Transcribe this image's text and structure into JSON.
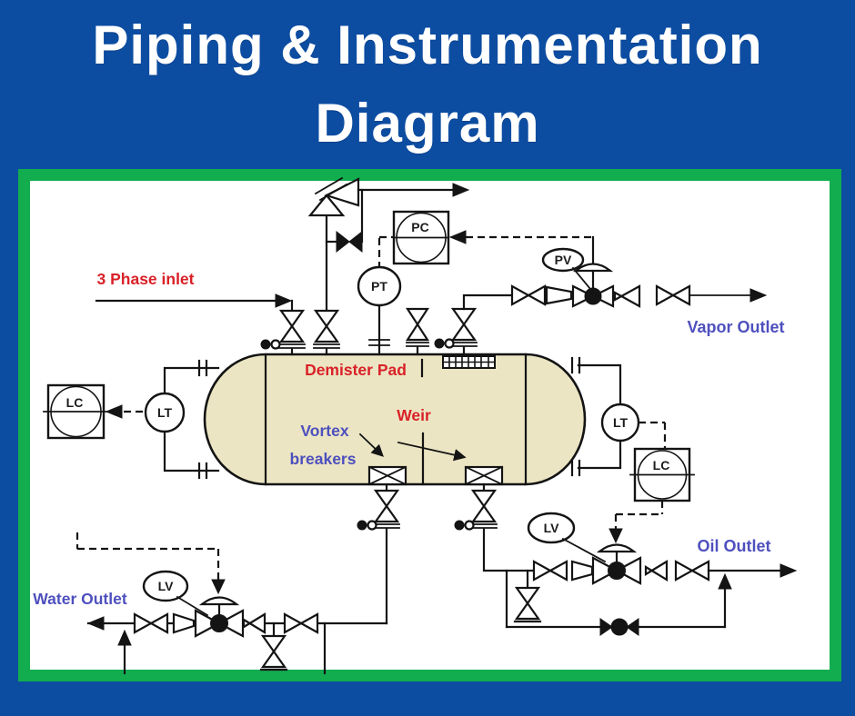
{
  "title": {
    "line1": "Piping & Instrumentation",
    "line2": "Diagram"
  },
  "colors": {
    "background_blue": "#0C4DA2",
    "border_green": "#12AD4F",
    "panel_white": "#FFFFFF",
    "vessel_fill": "#EBE5C3",
    "line_black": "#141414",
    "red_label": "#D92128",
    "blue_label": "#4E50BE"
  },
  "labels": {
    "inlet": "3 Phase inlet",
    "demister": "Demister Pad",
    "weir": "Weir",
    "vortex_line1": "Vortex",
    "vortex_line2": "breakers",
    "vapor_outlet": "Vapor Outlet",
    "oil_outlet": "Oil Outlet",
    "water_outlet": "Water Outlet"
  },
  "instruments": {
    "pressure_controller": "PC",
    "pressure_transmitter": "PT",
    "pressure_valve": "PV",
    "level_transmitter_left": "LT",
    "level_controller_left": "LC",
    "level_transmitter_right": "LT",
    "level_controller_right": "LC",
    "level_valve_oil": "LV",
    "level_valve_water": "LV"
  }
}
